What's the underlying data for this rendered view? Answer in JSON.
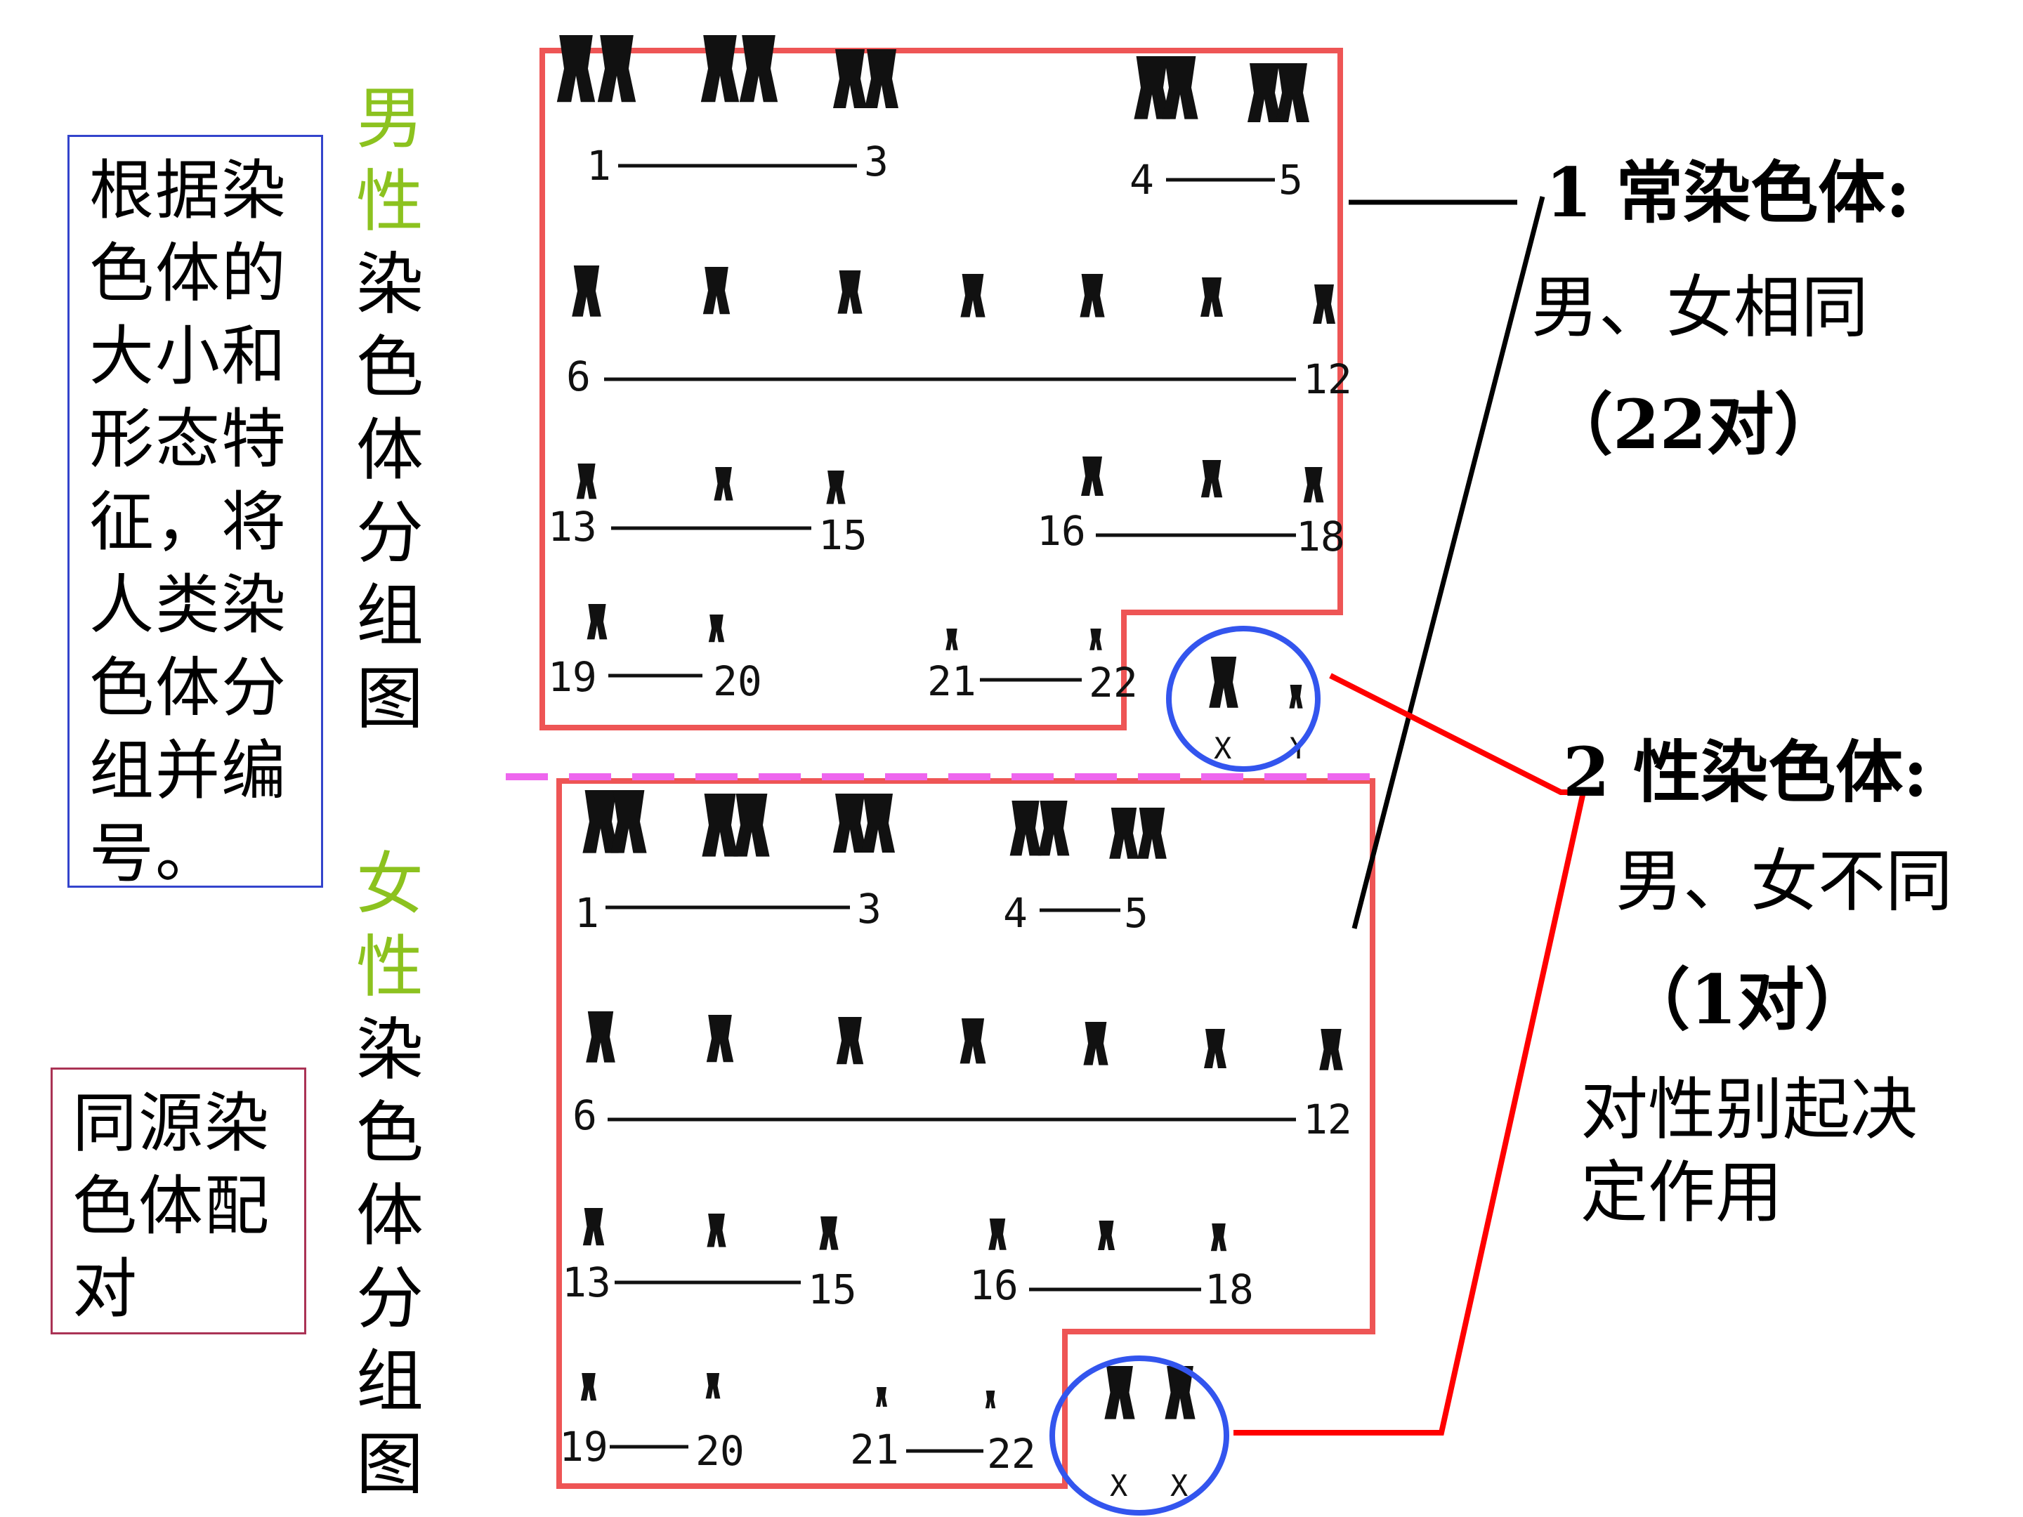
{
  "left_notes": {
    "classify_note": "根据染色体的大小和形态特征，将人类染色体分组并编号。",
    "homolog_note": "同源染色体配对"
  },
  "male_title": {
    "highlight": "男性",
    "rest": "染色体分组图"
  },
  "female_title": {
    "highlight": "女性",
    "rest": "染色体分组图"
  },
  "male_karyotype": {
    "rows": [
      {
        "start": "1",
        "end": "3",
        "start2": "4",
        "end2": "5"
      },
      {
        "start": "6",
        "end": "12"
      },
      {
        "start": "13",
        "end": "15",
        "start2": "16",
        "end2": "18"
      },
      {
        "start": "19",
        "end": "20",
        "start2": "21",
        "end2": "22"
      }
    ],
    "sex_labels": [
      "X",
      "Y"
    ]
  },
  "female_karyotype": {
    "rows": [
      {
        "start": "1",
        "end": "3",
        "start2": "4",
        "end2": "5"
      },
      {
        "start": "6",
        "end": "12"
      },
      {
        "start": "13",
        "end": "15",
        "start2": "16",
        "end2": "18"
      },
      {
        "start": "19",
        "end": "20",
        "start2": "21",
        "end2": "22"
      }
    ],
    "sex_labels": [
      "X",
      "X"
    ]
  },
  "autosome": {
    "heading": "1 常染色体:",
    "line1": "男、女相同",
    "line2": "（22对）"
  },
  "sex_chromosome": {
    "heading": "2 性染色体:",
    "line1": "男、女不同",
    "line2": "（1对）",
    "line3": "对性别起决",
    "line4": "定作用"
  },
  "colors": {
    "group_outline": "#ee5555",
    "sex_circle": "#3355ee",
    "highlight_text": "#8cc21f",
    "divider": "#ee66ee",
    "sex_connector": "#ff0000",
    "autosome_connector": "#000000",
    "note_border_blue": "#3344cc",
    "note_border_red": "#aa3355"
  }
}
